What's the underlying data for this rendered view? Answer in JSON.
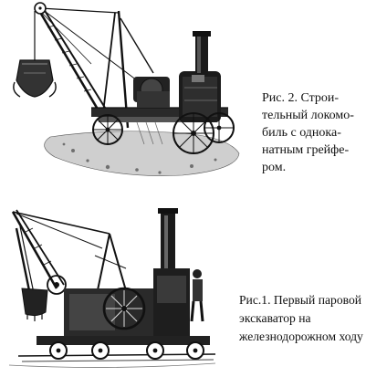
{
  "captions": {
    "top": {
      "lines": [
        "Рис. 2. Строи-",
        "тельный локомо-",
        "биль с однока-",
        "натным грейфе-",
        "ром."
      ]
    },
    "bottom": {
      "lines": [
        "Рис.1. Первый паровой",
        "экскаватор на",
        "железнодорожном ходу"
      ]
    }
  }
}
